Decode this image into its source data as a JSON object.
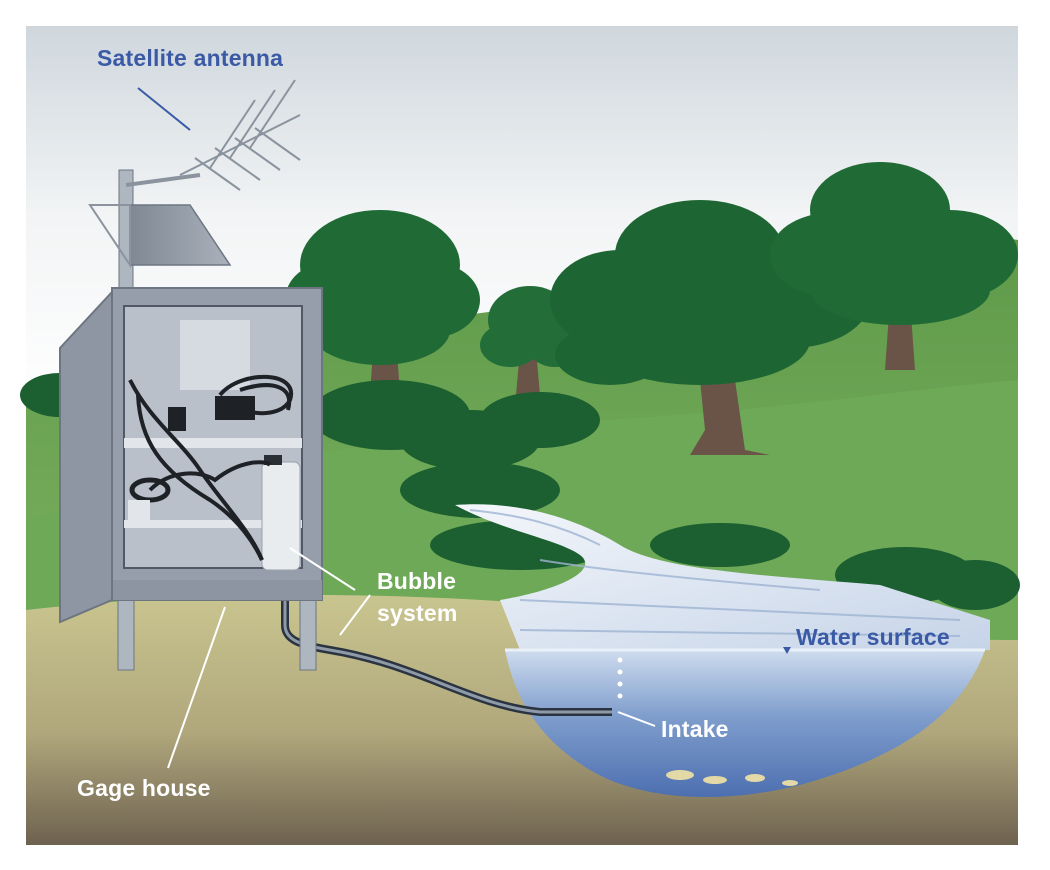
{
  "diagram": {
    "labels": {
      "satellite_antenna": "Satellite antenna",
      "bubble_system_line1": "Bubble",
      "bubble_system_line2": "system",
      "water_surface": "Water surface",
      "intake": "Intake",
      "gage_house": "Gage house"
    },
    "colors": {
      "label_blue": "#3a5aa6",
      "label_white": "#ffffff",
      "sky_top": "#cfd7dd",
      "hill_green": "#5e9a4a",
      "tree_green": "#1f6a35",
      "trunk": "#6a5447",
      "water_blue": "#5d7fb9",
      "ground": "#c7c28e",
      "housing_gray": "#9aa2ad"
    }
  }
}
